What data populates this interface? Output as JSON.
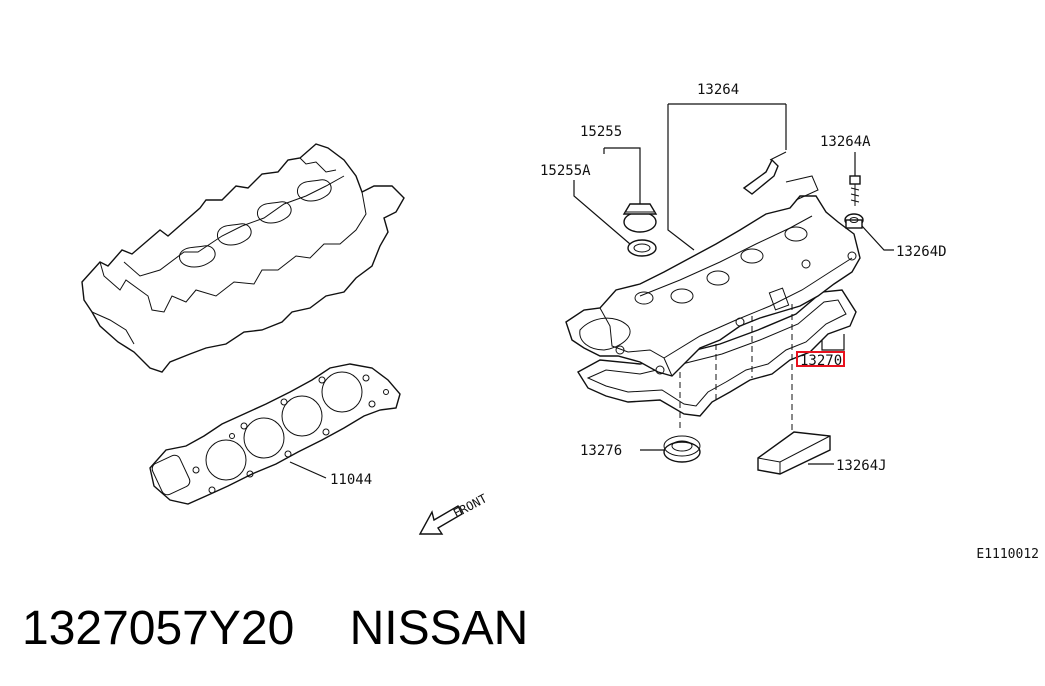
{
  "diagram": {
    "callouts": [
      "13264",
      "15255",
      "15255A",
      "13264A",
      "13264D",
      "13270",
      "13276",
      "13264J",
      "11044"
    ],
    "highlighted_part": "13270",
    "highlight_color": "#e8121e",
    "front_label": "FRONT",
    "reference_code": "E1110012"
  },
  "caption": {
    "part_number": "1327057Y20",
    "brand": "NISSAN"
  }
}
